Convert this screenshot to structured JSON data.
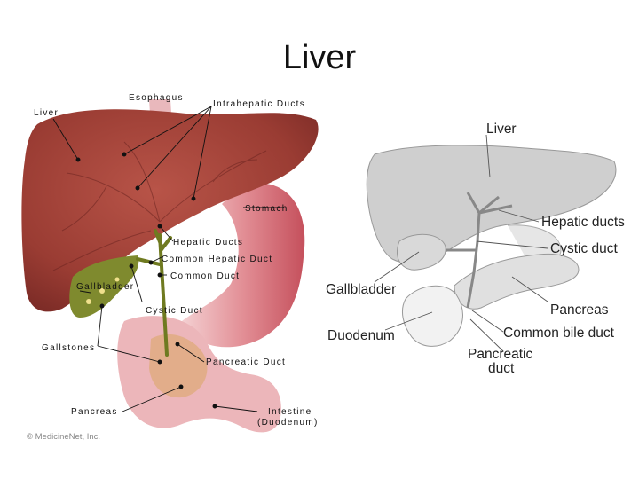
{
  "title": "Liver",
  "left_diagram": {
    "labels": {
      "esophagus": "Esophagus",
      "liver": "Liver",
      "intrahepatic_ducts": "Intrahepatic Ducts",
      "stomach": "Stomach",
      "hepatic_ducts": "Hepatic Ducts",
      "common_hepatic_duct": "Common Hepatic Duct",
      "common_duct": "Common Duct",
      "gallbladder": "Gallbladder",
      "cystic_duct": "Cystic Duct",
      "gallstones": "Gallstones",
      "pancreatic_duct": "Pancreatic Duct",
      "pancreas": "Pancreas",
      "intestine": "Intestine",
      "duodenum": "(Duodenum)"
    },
    "copyright": "© MedicineNet, Inc."
  },
  "right_diagram": {
    "labels": {
      "liver": "Liver",
      "hepatic_ducts": "Hepatic ducts",
      "cystic_duct": "Cystic duct",
      "gallbladder": "Gallbladder",
      "pancreas": "Pancreas",
      "duodenum": "Duodenum",
      "common_bile_duct": "Common bile duct",
      "pancreatic_duct_line1": "Pancreatic",
      "pancreatic_duct_line2": "duct"
    }
  },
  "colors": {
    "liver": "#a8463c",
    "stomach": "#e6a6aa",
    "gallbladder": "#7f8a2e",
    "pancreas": "#e2ad8a",
    "grey_organ": "#cfcfcf"
  }
}
